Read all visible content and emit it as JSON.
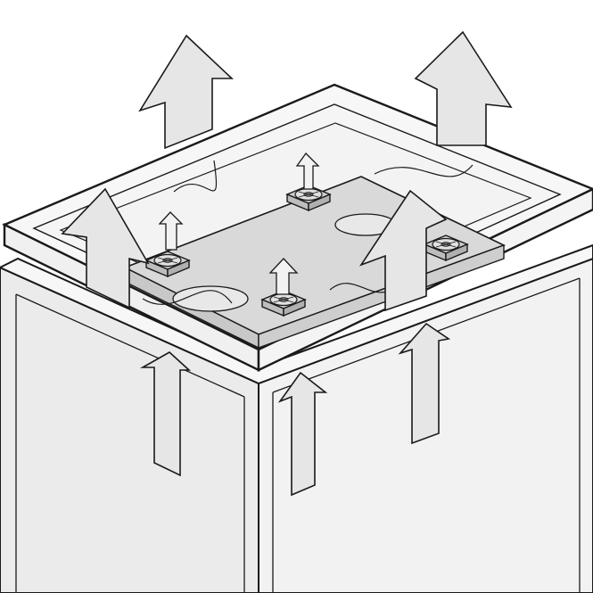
{
  "colors": {
    "background": "#ffffff",
    "cabinet_side": "#ebebeb",
    "cabinet_front": "#f2f2f2",
    "rim": "#f7f7f7",
    "plate": "#d9d9d9",
    "arrow_fill": "#e6e6e6",
    "outline": "#1a1a1a",
    "fan_fill": "#cfcfcf"
  },
  "diagram": {
    "subject": "enclosure-roof-fan-ventilation",
    "fan_count": 4,
    "airflow_direction": "up",
    "labels": []
  }
}
